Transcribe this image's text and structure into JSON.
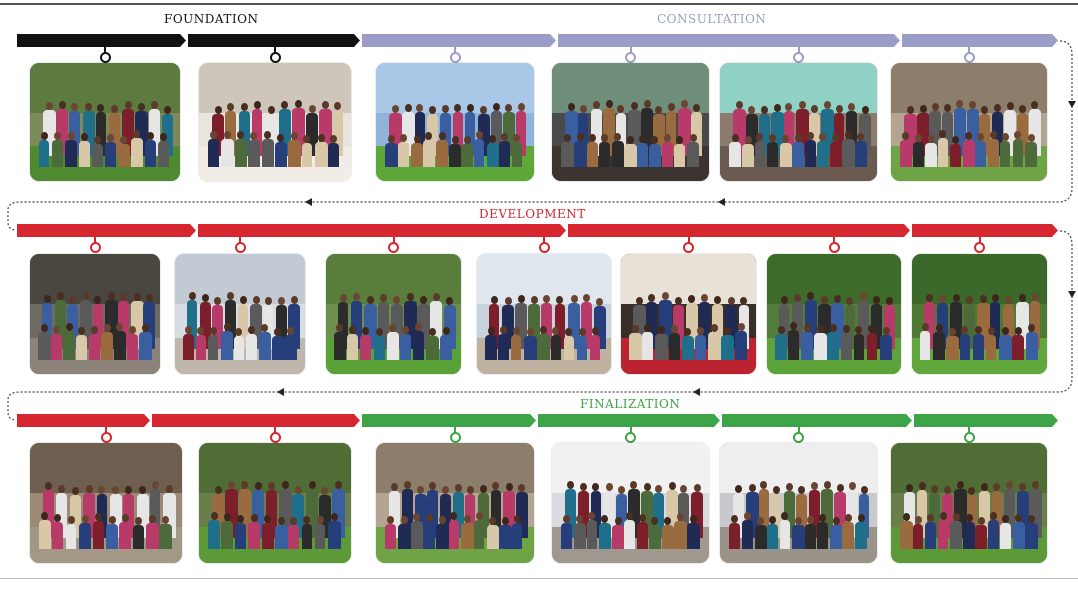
{
  "phases": {
    "foundation": {
      "label": "FOUNDATION",
      "color": "#111111"
    },
    "consultation": {
      "label": "CONSULTATION",
      "color": "#9a9dc7"
    },
    "development": {
      "label": "DEVELOPMENT",
      "color": "#d6262f"
    },
    "finalization": {
      "label": "FINALIZATION",
      "color": "#3da547"
    }
  },
  "rows": [
    {
      "photos": [
        {
          "phase": "foundation",
          "scene": "outdoor-grass"
        },
        {
          "phase": "foundation",
          "scene": "indoor-workshop"
        },
        {
          "phase": "consultation",
          "scene": "outdoor-lawn"
        },
        {
          "phase": "consultation",
          "scene": "indoor-hall"
        },
        {
          "phase": "consultation",
          "scene": "indoor-banner"
        },
        {
          "phase": "consultation",
          "scene": "outdoor-building"
        }
      ]
    },
    {
      "photos": [
        {
          "phase": "development",
          "scene": "indoor-corridor"
        },
        {
          "phase": "development",
          "scene": "indoor-room"
        },
        {
          "phase": "development",
          "scene": "outdoor-palms"
        },
        {
          "phase": "development",
          "scene": "outdoor-small"
        },
        {
          "phase": "development",
          "scene": "indoor-stage"
        },
        {
          "phase": "development",
          "scene": "outdoor-trees"
        },
        {
          "phase": "development",
          "scene": "outdoor-trees2"
        }
      ]
    },
    {
      "photos": [
        {
          "phase": "development",
          "scene": "building-front"
        },
        {
          "phase": "development",
          "scene": "outdoor-seated"
        },
        {
          "phase": "finalization",
          "scene": "outdoor-building"
        },
        {
          "phase": "finalization",
          "scene": "outdoor-tent"
        },
        {
          "phase": "finalization",
          "scene": "outdoor-tent2"
        },
        {
          "phase": "finalization",
          "scene": "outdoor-seated"
        }
      ]
    }
  ]
}
